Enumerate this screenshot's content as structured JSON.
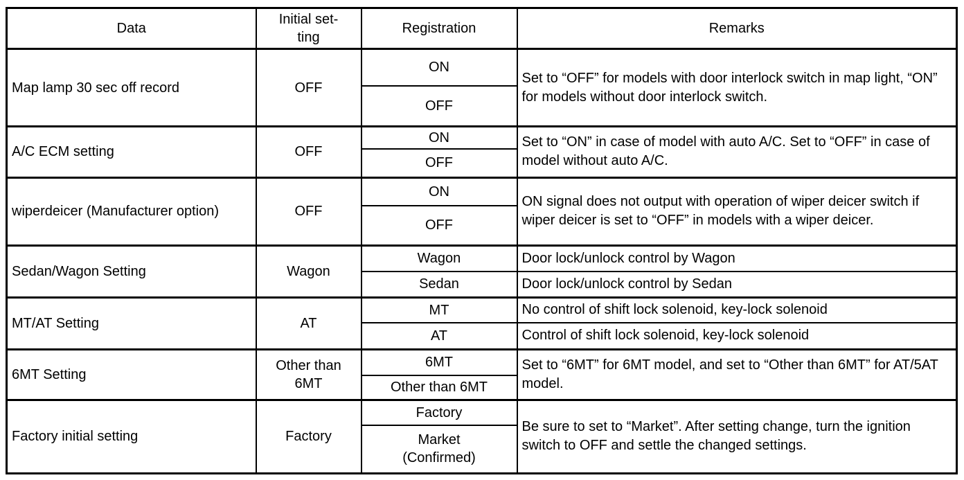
{
  "table": {
    "headers": [
      "Data",
      "Initial set-\nting",
      "Registration",
      "Remarks"
    ],
    "rows": [
      {
        "data": "Map lamp 30 sec off record",
        "initial": "OFF",
        "registration": [
          "ON",
          "OFF"
        ],
        "remarks": [
          "Set to “OFF” for models with door interlock switch in map light, “ON” for models without door interlock switch."
        ]
      },
      {
        "data": "A/C ECM setting",
        "initial": "OFF",
        "registration": [
          "ON",
          "OFF"
        ],
        "remarks": [
          "Set to “ON” in case of model with auto A/C. Set to “OFF” in case of model without auto A/C."
        ]
      },
      {
        "data": "wiperdeicer (Manufacturer option)",
        "initial": "OFF",
        "registration": [
          "ON",
          "OFF"
        ],
        "remarks": [
          "ON signal does not output with operation of wiper deicer switch if wiper deicer is set to “OFF” in models with a wiper deicer."
        ]
      },
      {
        "data": "Sedan/Wagon Setting",
        "initial": "Wagon",
        "registration": [
          "Wagon",
          "Sedan"
        ],
        "remarks": [
          "Door lock/unlock control by Wagon",
          "Door lock/unlock control by Sedan"
        ]
      },
      {
        "data": "MT/AT Setting",
        "initial": "AT",
        "registration": [
          "MT",
          "AT"
        ],
        "remarks": [
          "No control of shift lock solenoid, key-lock solenoid",
          "Control of shift lock solenoid, key-lock solenoid"
        ]
      },
      {
        "data": "6MT Setting",
        "initial": "Other than\n6MT",
        "registration": [
          "6MT",
          "Other than 6MT"
        ],
        "remarks": [
          "Set to “6MT” for 6MT model, and set to “Other than 6MT” for AT/5AT model."
        ]
      },
      {
        "data": "Factory initial setting",
        "initial": "Factory",
        "registration": [
          "Factory",
          "Market\n(Confirmed)"
        ],
        "remarks": [
          "Be sure to set to “Market”. After setting change, turn the ignition switch to OFF and settle the changed settings."
        ]
      }
    ],
    "colors": {
      "border": "#000000",
      "text": "#000000",
      "background": "#ffffff"
    }
  }
}
